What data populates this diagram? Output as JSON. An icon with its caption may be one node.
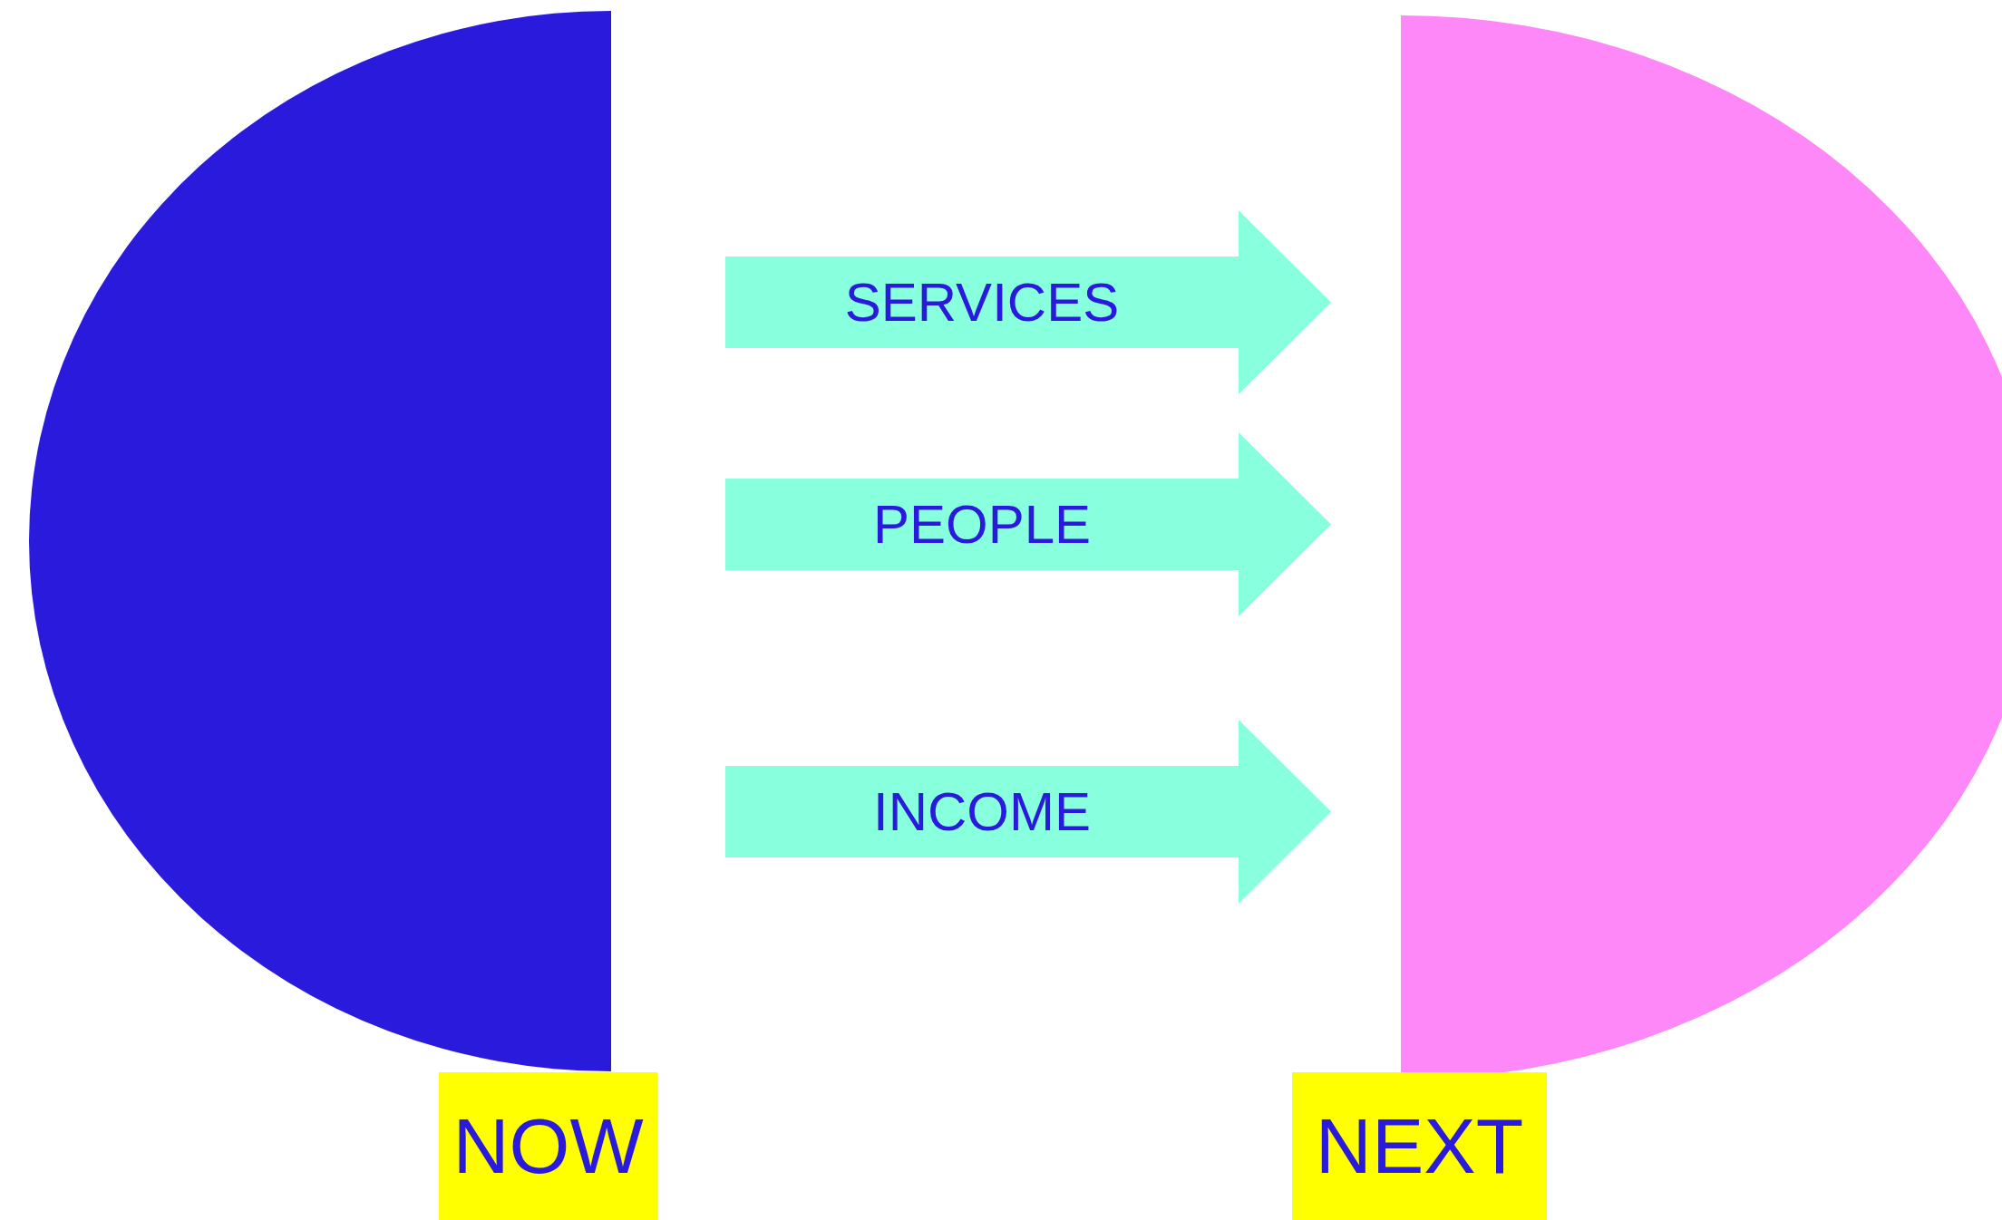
{
  "diagram": {
    "nodes": [
      {
        "text": [
          "NOW"
        ]
      },
      {
        "text": [
          "NEXT"
        ]
      },
      {
        "text": [
          "SERVICES"
        ]
      },
      {
        "text": [
          "PEOPLE"
        ]
      },
      {
        "text": [
          "INCOME"
        ]
      }
    ]
  }
}
